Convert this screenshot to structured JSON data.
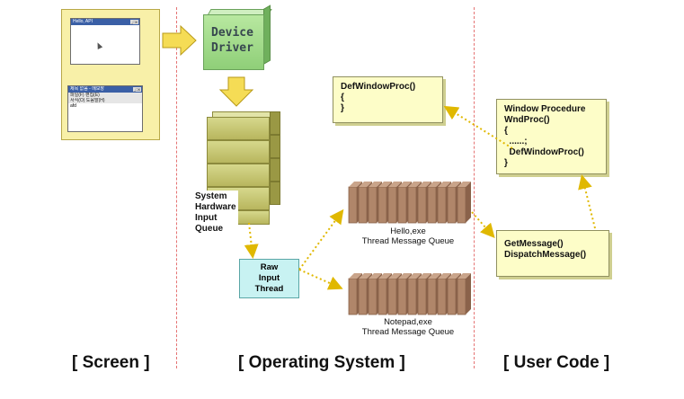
{
  "screen": {
    "window1_title": "Hello, API",
    "window1_buttons": "_□X",
    "window2_title": "제목 없음 - 메모장",
    "window2_buttons": "_□X",
    "window2_menu1": "파일(F)  편집(E)",
    "window2_menu2": "서식(O)  도움말(H)",
    "window2_text": "afd"
  },
  "os": {
    "device_driver_line1": "Device",
    "device_driver_line2": "Driver",
    "hw_queue_line1": "System",
    "hw_queue_line2": "Hardware",
    "hw_queue_line3": "Input",
    "hw_queue_line4": "Queue",
    "raw_line1": "Raw",
    "raw_line2": "Input",
    "raw_line3": "Thread",
    "defwindowproc_line1": "DefWindowProc()",
    "defwindowproc_line2": "{",
    "defwindowproc_line3": "}",
    "hello_queue_line1": "Hello,exe",
    "hello_queue_line2": "Thread Message Queue",
    "notepad_queue_line1": "Notepad,exe",
    "notepad_queue_line2": "Thread Message Queue"
  },
  "user_code": {
    "wndproc_line1": "Window Procedure",
    "wndproc_line2": "WndProc()",
    "wndproc_line3": "{",
    "wndproc_line4": "  ......;",
    "wndproc_line5": "  DefWindowProc()",
    "wndproc_line6": "}",
    "loop_line1": "GetMessage()",
    "loop_line2": "DispatchMessage()"
  },
  "sections": {
    "screen": "[ Screen ]",
    "os": "[ Operating System ]",
    "user_code": "[ User Code ]"
  },
  "colors": {
    "divider": "#e57373",
    "arrow_fill": "#f5dc55",
    "arrow_stroke": "#b89a1a",
    "dotted_arrow": "#e0b800",
    "queue_block": "#b0866a",
    "queue_block_dark": "#8a624a"
  }
}
